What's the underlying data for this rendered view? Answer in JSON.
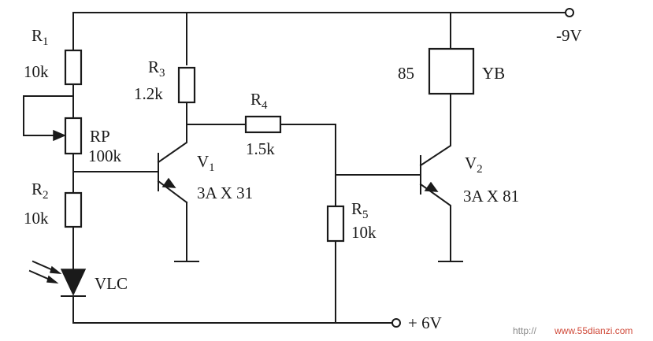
{
  "title": "",
  "supplies": {
    "negative": "-9V",
    "positive": "+ 6V"
  },
  "components": {
    "r1": {
      "ref": "R",
      "sub": "1",
      "value": "10k"
    },
    "rp": {
      "ref": "RP",
      "value": "100k"
    },
    "r2": {
      "ref": "R",
      "sub": "2",
      "value": "10k"
    },
    "r3": {
      "ref": "R",
      "sub": "3",
      "value": "1.2k"
    },
    "r4": {
      "ref": "R",
      "sub": "4",
      "value": "1.5k"
    },
    "r5": {
      "ref": "R",
      "sub": "5",
      "value": "10k"
    },
    "v1": {
      "ref": "V",
      "sub": "1",
      "part": "3A X 31"
    },
    "v2": {
      "ref": "V",
      "sub": "2",
      "part": "3A X 81"
    },
    "yb": {
      "pin": "85",
      "ref": "YB"
    },
    "vlc": {
      "ref": "VLC"
    }
  },
  "watermark": {
    "prefix": "http://",
    "site": "www.55dianzi.com"
  }
}
